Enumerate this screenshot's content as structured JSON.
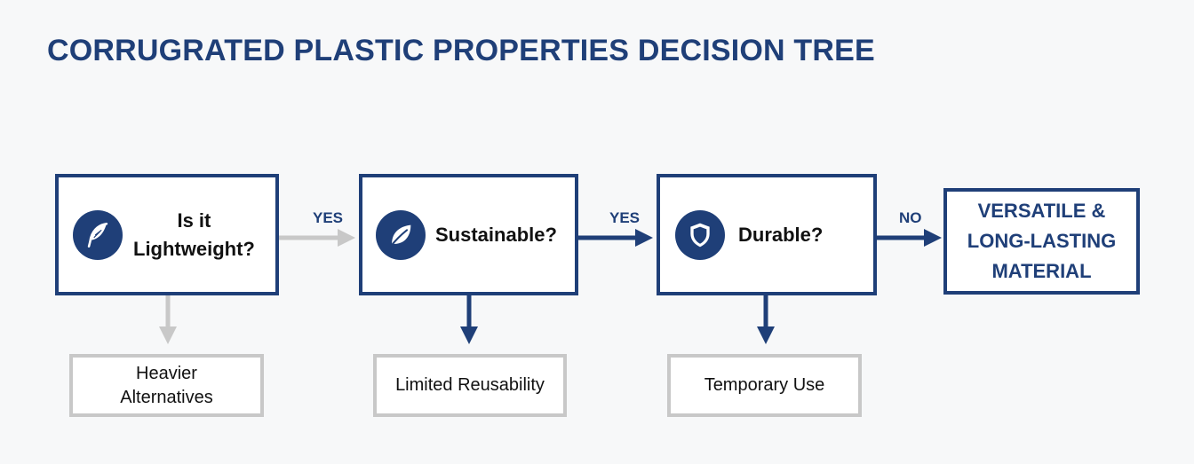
{
  "title": "CORRUGRATED PLASTIC PROPERTIES DECISION TREE",
  "nodes": [
    {
      "label_line1": "Is it",
      "label_line2": "Lightweight?",
      "icon": "feather-icon"
    },
    {
      "label": "Sustainable?",
      "icon": "leaf-icon"
    },
    {
      "label": "Durable?",
      "icon": "shield-icon"
    }
  ],
  "final": {
    "line1": "VERSATILE &",
    "line2": "LONG-LASTING",
    "line3": "MATERIAL"
  },
  "edges": {
    "yes1": "YES",
    "yes2": "YES",
    "no": "NO"
  },
  "outcomes": [
    {
      "line1": "Heavier",
      "line2": "Alternatives"
    },
    {
      "label": "Limited Reusability"
    },
    {
      "label": "Temporary Use"
    }
  ],
  "colors": {
    "primary": "#1f3f78",
    "muted": "#c8c8c8",
    "background": "#f7f8f9"
  }
}
